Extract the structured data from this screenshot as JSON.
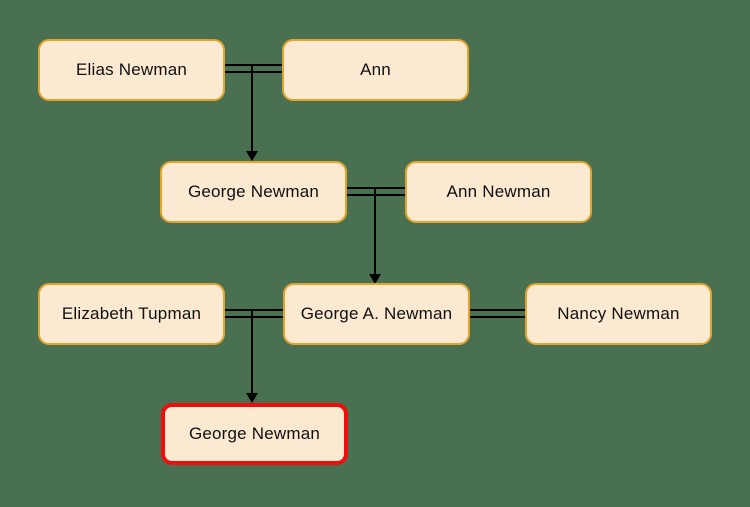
{
  "diagram": {
    "type": "family-tree",
    "colors": {
      "background": "#4A7052",
      "node_fill": "#FCE9D1",
      "node_border": "#E2A42B",
      "highlight_border": "#F20D0D",
      "connector": "#000000",
      "text": "#101010"
    },
    "nodes": [
      {
        "id": "elias-newman",
        "label": "Elias Newman",
        "generation": 1,
        "highlighted": false
      },
      {
        "id": "ann",
        "label": "Ann",
        "generation": 1,
        "highlighted": false
      },
      {
        "id": "george-newman-sr",
        "label": "George Newman",
        "generation": 2,
        "highlighted": false
      },
      {
        "id": "ann-newman",
        "label": "Ann Newman",
        "generation": 2,
        "highlighted": false
      },
      {
        "id": "elizabeth-tupman",
        "label": "Elizabeth Tupman",
        "generation": 3,
        "highlighted": false
      },
      {
        "id": "george-a-newman",
        "label": "George A. Newman",
        "generation": 3,
        "highlighted": false
      },
      {
        "id": "nancy-newman",
        "label": "Nancy Newman",
        "generation": 3,
        "highlighted": false
      },
      {
        "id": "george-newman-highlight",
        "label": "George Newman",
        "generation": 4,
        "highlighted": true
      }
    ],
    "marriages": [
      {
        "between": [
          "elias-newman",
          "ann"
        ],
        "style": "double-line"
      },
      {
        "between": [
          "george-newman-sr",
          "ann-newman"
        ],
        "style": "double-line"
      },
      {
        "between": [
          "elizabeth-tupman",
          "george-a-newman"
        ],
        "style": "double-line"
      },
      {
        "between": [
          "george-a-newman",
          "nancy-newman"
        ],
        "style": "double-line"
      }
    ],
    "child_edges": [
      {
        "from_marriage": [
          "elias-newman",
          "ann"
        ],
        "to": "george-newman-sr",
        "style": "arrow"
      },
      {
        "from_marriage": [
          "george-newman-sr",
          "ann-newman"
        ],
        "to": "george-a-newman",
        "style": "arrow"
      },
      {
        "from_marriage": [
          "elizabeth-tupman",
          "george-a-newman"
        ],
        "to": "george-newman-highlight",
        "style": "arrow"
      }
    ]
  }
}
